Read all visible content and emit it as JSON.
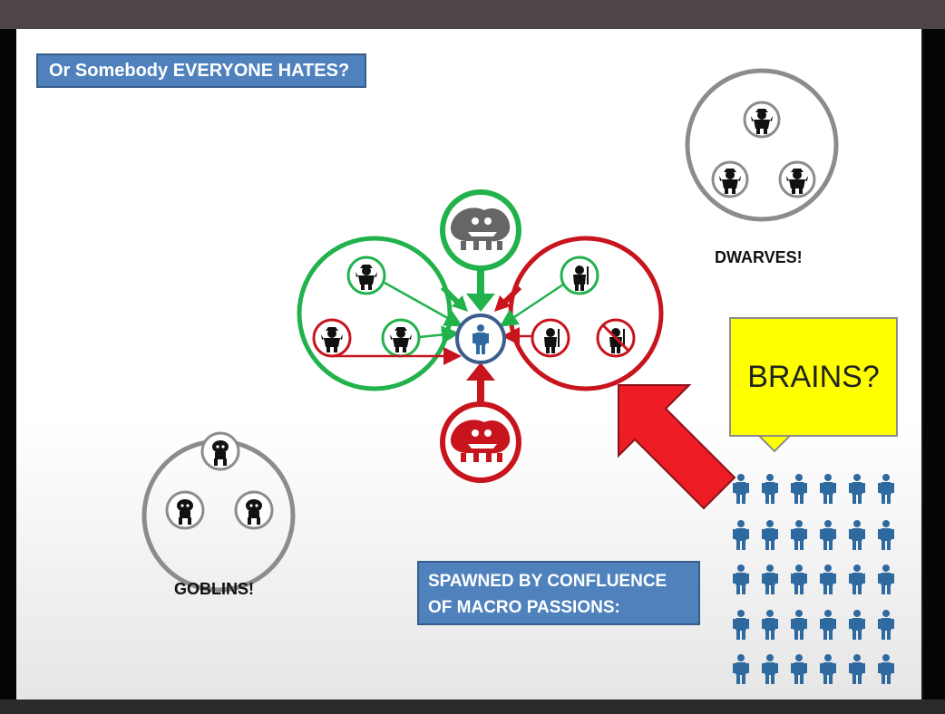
{
  "slide": {
    "title": "Or Somebody EVERYONE HATES?",
    "caption_line1": "SPAWNED BY CONFLUENCE",
    "caption_line2": "OF MACRO PASSIONS:",
    "dwarves_label": "DWARVES!",
    "goblins_label": "GOBLINS!",
    "callout_text": "BRAINS?"
  },
  "colors": {
    "title_bg": "#4f81bd",
    "green": "#22b24c",
    "red": "#c8141c",
    "gray_ring": "#8c8c8c",
    "person_blue": "#2e6aa0",
    "callout_yellow": "#ffff00"
  },
  "icons": {
    "center": "person-icon",
    "dragon_top": "lion-dragon-icon",
    "dragon_bottom": "lion-dragon-icon",
    "dwarf": "dwarf-icon",
    "goblin": "goblin-icon",
    "knight": "knight-icon",
    "banned": "prohibited-icon",
    "arrow": "big-red-arrow-icon"
  }
}
